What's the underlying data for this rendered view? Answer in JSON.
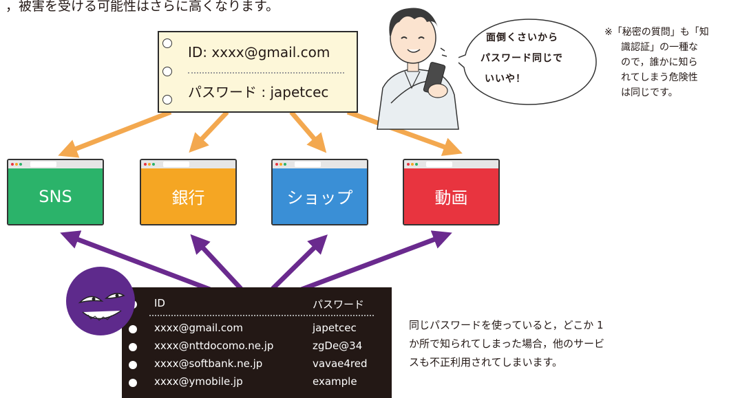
{
  "header_text": "，被害を受ける可能性はさらに高くなります。",
  "note_card": {
    "id_line": "ID: xxxx@gmail.com",
    "password_line": "パスワード : japetcec"
  },
  "speech_bubble": {
    "lines": [
      "面倒くさいから",
      "パスワード同じで",
      "いいや！"
    ]
  },
  "side_note": {
    "lines": [
      "※「秘密の質問」も「知",
      "識認証」の一種な",
      "ので，誰かに知ら",
      "れてしまう危険性",
      "は同じです。"
    ]
  },
  "services": [
    {
      "label": "SNS",
      "color": "#2bb36a"
    },
    {
      "label": "銀行",
      "color": "#f5a623"
    },
    {
      "label": "ショップ",
      "color": "#3a8fd6"
    },
    {
      "label": "動画",
      "color": "#e8343f"
    }
  ],
  "arrow_colors": {
    "reuse": "#f3a84f",
    "attack": "#6a2a8e"
  },
  "leaked_table": {
    "header": {
      "id": "ID",
      "password": "パスワード"
    },
    "rows": [
      {
        "id": "xxxx@gmail.com",
        "password": "japetcec"
      },
      {
        "id": "xxxx@nttdocomo.ne.jp",
        "password": "zgDe@34"
      },
      {
        "id": "xxxx@softbank.ne.jp",
        "password": "vavae4red"
      },
      {
        "id": "xxxx@ymobile.jp",
        "password": "example"
      }
    ]
  },
  "explanation": {
    "lines": [
      "同じパスワードを使っていると，どこか 1",
      "か所で知られてしまった場合，他のサービ",
      "スも不正利用されてしまいます。"
    ]
  }
}
